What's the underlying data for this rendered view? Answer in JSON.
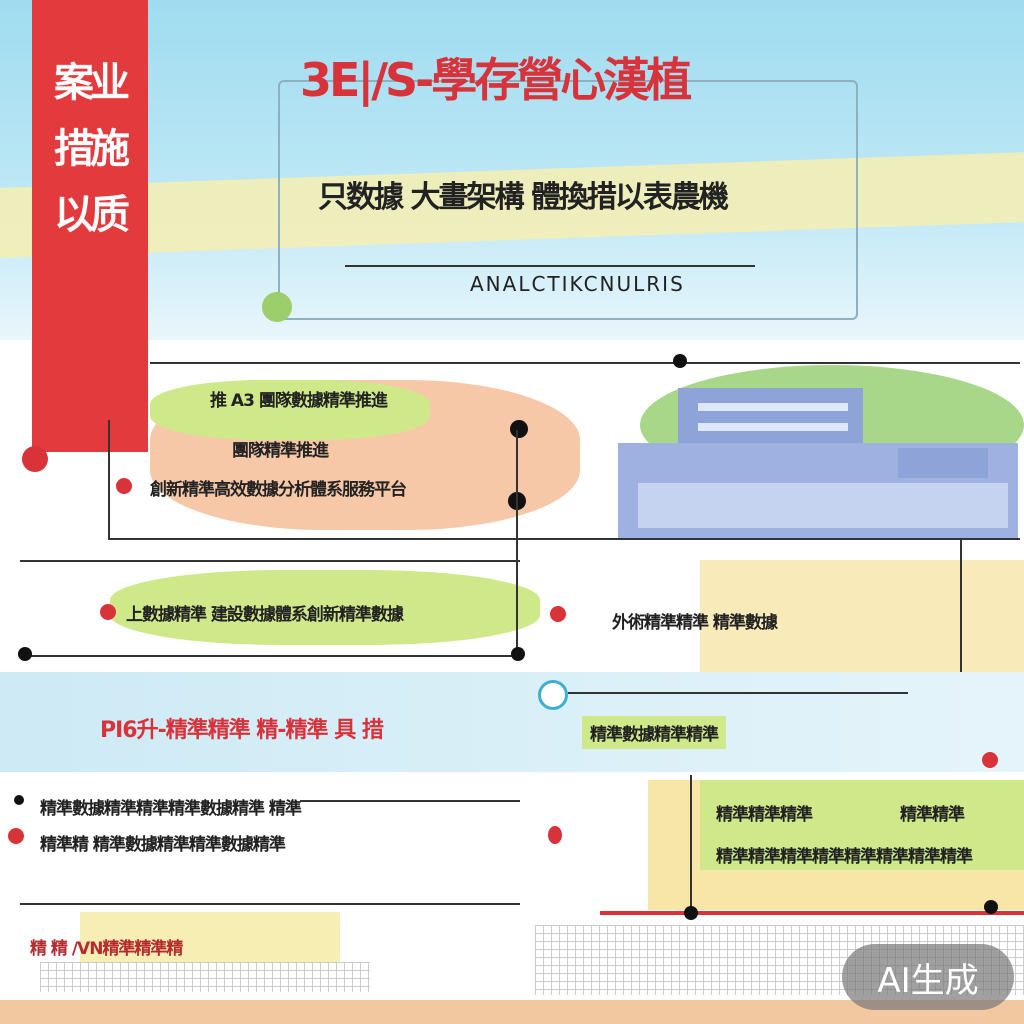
{
  "poster": {
    "side_banner": "案业\n措施\n以质",
    "title": "3E|/S-學存營心漢植",
    "subtitle": "只数據 大畫架構 體換措以表農機",
    "tagline": "ANALCTIKCNULRIS",
    "section1": {
      "lines": [
        "推 A3 團隊數據精準推進",
        "團隊精準推進",
        "創新精準高效數據分析體系服務平台"
      ]
    },
    "section2": {
      "text": "上數據精準 建設數據體系創新精準數據"
    },
    "section3": {
      "text": "外術精準精準 精準數據"
    },
    "highlight": {
      "text": "PI6升-精準精準 精-精準 具 措"
    },
    "callout": {
      "text": "精準數據精準精準"
    },
    "list": {
      "items": [
        "精準數據精準精準精準數據精準 精準",
        "精準精 精準數據精準精準數據精準"
      ]
    },
    "green_box": {
      "left": "精準精準精準",
      "right": "精準精準",
      "row2": "精準精準精準精準精準精準精準精準"
    },
    "footer": {
      "text": "精 精 /VN精準精準精"
    },
    "watermark": "AI生成"
  },
  "colors": {
    "accent": "#e33a3e",
    "sky": "#9fdcf0",
    "green": "#cfe98a",
    "building": "#8ea4d8"
  }
}
